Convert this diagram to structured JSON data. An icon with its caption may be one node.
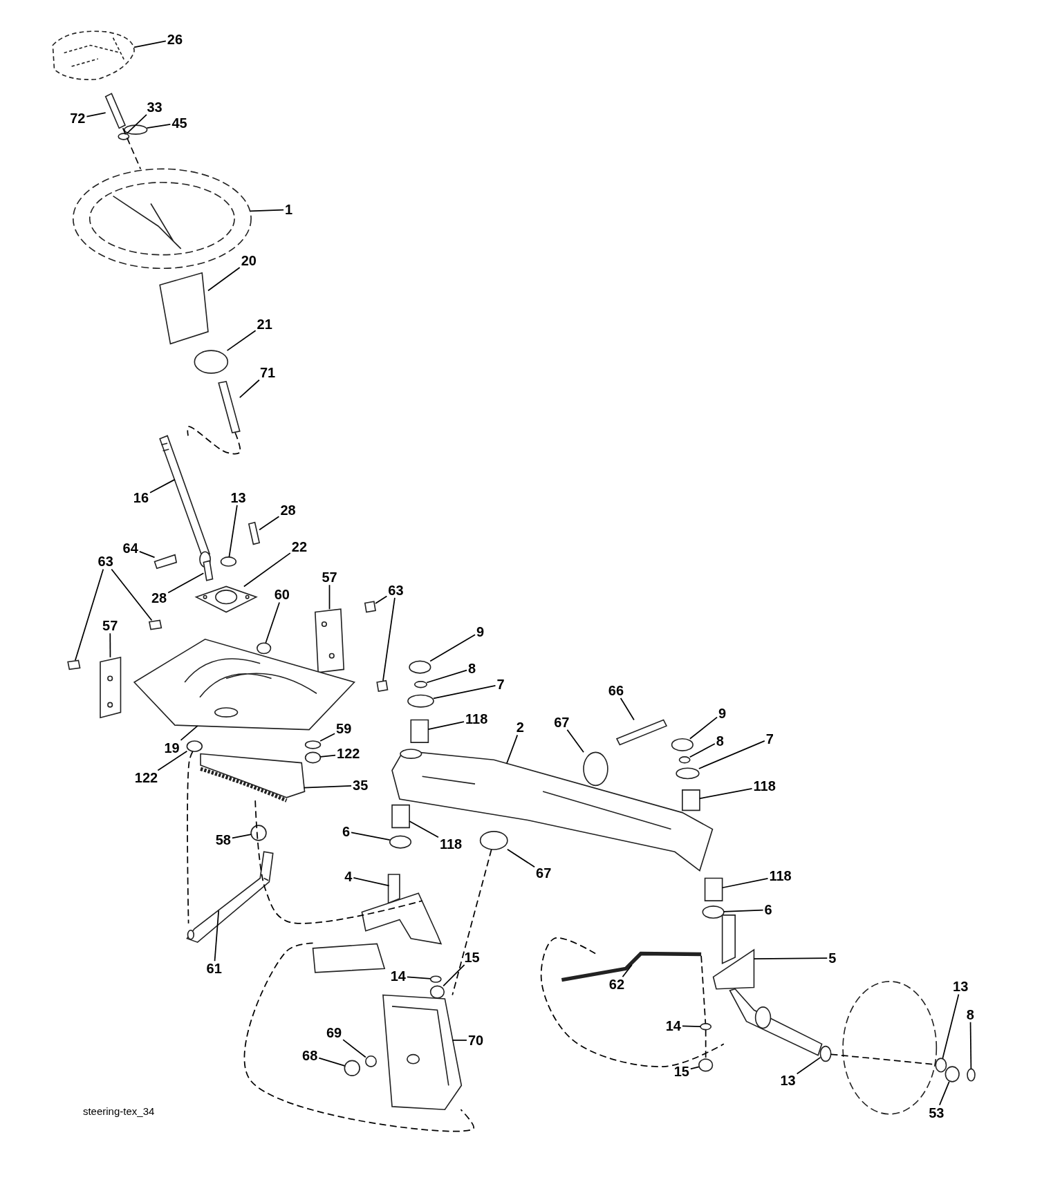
{
  "diagram": {
    "caption": "steering-tex_34",
    "nodes": [
      {
        "text": [
          "26"
        ]
      },
      {
        "text": [
          "72"
        ]
      },
      {
        "text": [
          "33"
        ]
      },
      {
        "text": [
          "45"
        ]
      },
      {
        "text": [
          "1"
        ]
      },
      {
        "text": [
          "20"
        ]
      },
      {
        "text": [
          "21"
        ]
      },
      {
        "text": [
          "71"
        ]
      },
      {
        "text": [
          "16"
        ]
      },
      {
        "text": [
          "13"
        ]
      },
      {
        "text": [
          "28"
        ]
      },
      {
        "text": [
          "64"
        ]
      },
      {
        "text": [
          "22"
        ]
      },
      {
        "text": [
          "28"
        ]
      },
      {
        "text": [
          "63"
        ]
      },
      {
        "text": [
          "57"
        ]
      },
      {
        "text": [
          "63"
        ]
      },
      {
        "text": [
          "60"
        ]
      },
      {
        "text": [
          "57"
        ]
      },
      {
        "text": [
          "9"
        ]
      },
      {
        "text": [
          "8"
        ]
      },
      {
        "text": [
          "7"
        ]
      },
      {
        "text": [
          "66"
        ]
      },
      {
        "text": [
          "118"
        ]
      },
      {
        "text": [
          "2"
        ]
      },
      {
        "text": [
          "67"
        ]
      },
      {
        "text": [
          "9"
        ]
      },
      {
        "text": [
          "8"
        ]
      },
      {
        "text": [
          "7"
        ]
      },
      {
        "text": [
          "19"
        ]
      },
      {
        "text": [
          "59"
        ]
      },
      {
        "text": [
          "122"
        ]
      },
      {
        "text": [
          "122"
        ]
      },
      {
        "text": [
          "118"
        ]
      },
      {
        "text": [
          "35"
        ]
      },
      {
        "text": [
          "58"
        ]
      },
      {
        "text": [
          "6"
        ]
      },
      {
        "text": [
          "118"
        ]
      },
      {
        "text": [
          "67"
        ]
      },
      {
        "text": [
          "118"
        ]
      },
      {
        "text": [
          "4"
        ]
      },
      {
        "text": [
          "6"
        ]
      },
      {
        "text": [
          "5"
        ]
      },
      {
        "text": [
          "15"
        ]
      },
      {
        "text": [
          "14"
        ]
      },
      {
        "text": [
          "61"
        ]
      },
      {
        "text": [
          "62"
        ]
      },
      {
        "text": [
          "13"
        ]
      },
      {
        "text": [
          "8"
        ]
      },
      {
        "text": [
          "69"
        ]
      },
      {
        "text": [
          "70"
        ]
      },
      {
        "text": [
          "14"
        ]
      },
      {
        "text": [
          "68"
        ]
      },
      {
        "text": [
          "13"
        ]
      },
      {
        "text": [
          "15"
        ]
      },
      {
        "text": [
          "53"
        ]
      },
      {
        "text": [],
        "shape": "picture"
      },
      {
        "text": [],
        "shape": "box"
      },
      {
        "text": [],
        "shape": "circle"
      },
      {
        "text": [],
        "shape": "circle"
      },
      {
        "text": [],
        "shape": "picture"
      },
      {
        "text": [],
        "shape": "box"
      },
      {
        "text": [],
        "shape": "circle"
      },
      {
        "text": [],
        "shape": "box"
      },
      {
        "text": [],
        "shape": "picture"
      },
      {
        "text": [],
        "shape": "circle"
      },
      {
        "text": [],
        "shape": "box"
      },
      {
        "text": [],
        "shape": "box"
      },
      {
        "text": [],
        "shape": "picture"
      },
      {
        "text": [],
        "shape": "box"
      },
      {
        "text": [],
        "shape": "box"
      },
      {
        "text": [],
        "shape": "box"
      },
      {
        "text": [],
        "shape": "picture"
      },
      {
        "text": [],
        "shape": "box"
      },
      {
        "text": [],
        "shape": "box"
      },
      {
        "text": [],
        "shape": "circle"
      },
      {
        "text": [],
        "shape": "picture"
      },
      {
        "text": [],
        "shape": "circle"
      },
      {
        "text": [],
        "shape": "circle"
      },
      {
        "text": [],
        "shape": "circle"
      },
      {
        "text": [],
        "shape": "box"
      },
      {
        "text": [],
        "shape": "box"
      },
      {
        "text": [],
        "shape": "picture"
      },
      {
        "text": [],
        "shape": "circle"
      },
      {
        "text": [],
        "shape": "circle"
      },
      {
        "text": [],
        "shape": "circle"
      },
      {
        "text": [],
        "shape": "circle"
      },
      {
        "text": [],
        "shape": "picture"
      },
      {
        "text": [],
        "shape": "circle"
      },
      {
        "text": [],
        "shape": "circle"
      },
      {
        "text": [],
        "shape": "circle"
      },
      {
        "text": [],
        "shape": "box"
      },
      {
        "text": [],
        "shape": "picture"
      },
      {
        "text": [],
        "shape": "circle"
      },
      {
        "text": [],
        "shape": "circle"
      },
      {
        "text": [],
        "shape": "box"
      },
      {
        "text": [],
        "shape": "circle"
      },
      {
        "text": [],
        "shape": "box"
      },
      {
        "text": [],
        "shape": "picture"
      },
      {
        "text": [],
        "shape": "circle"
      },
      {
        "text": [],
        "shape": "picture"
      },
      {
        "text": [],
        "shape": "circle"
      },
      {
        "text": [],
        "shape": "circle"
      },
      {
        "text": [],
        "shape": "picture"
      },
      {
        "text": [],
        "shape": "bar"
      },
      {
        "text": [],
        "shape": "circle"
      },
      {
        "text": [],
        "shape": "circle"
      },
      {
        "text": [],
        "shape": "circle"
      },
      {
        "text": [],
        "shape": "picture"
      },
      {
        "text": [],
        "shape": "circle"
      },
      {
        "text": [],
        "shape": "circle"
      },
      {
        "text": [],
        "shape": "circle"
      },
      {
        "text": [],
        "shape": "circle"
      },
      {
        "text": [],
        "shape": "circle"
      }
    ],
    "edges": [
      {
        "from": 0,
        "to": 56,
        "arrow": "none"
      },
      {
        "from": 1,
        "to": 57,
        "arrow": "none"
      },
      {
        "from": 2,
        "to": 58,
        "arrow": "none"
      },
      {
        "from": 3,
        "to": 59,
        "arrow": "none"
      },
      {
        "from": 4,
        "to": 60,
        "arrow": "none"
      },
      {
        "from": 5,
        "to": 61,
        "arrow": "none"
      },
      {
        "from": 6,
        "to": 62,
        "arrow": "none"
      },
      {
        "from": 7,
        "to": 63,
        "arrow": "none"
      },
      {
        "from": 8,
        "to": 64,
        "arrow": "none"
      },
      {
        "from": 9,
        "to": 65,
        "arrow": "none"
      },
      {
        "from": 10,
        "to": 66,
        "arrow": "none"
      },
      {
        "from": 11,
        "to": 67,
        "arrow": "none"
      },
      {
        "from": 12,
        "to": 68,
        "arrow": "none"
      },
      {
        "from": 13,
        "to": 69,
        "arrow": "none"
      },
      {
        "from": 14,
        "to": 70,
        "arrow": "none"
      },
      {
        "from": 14,
        "to": 71,
        "arrow": "none"
      },
      {
        "from": 15,
        "to": 72,
        "arrow": "none"
      },
      {
        "from": 16,
        "to": 73,
        "arrow": "none"
      },
      {
        "from": 16,
        "to": 74,
        "arrow": "none"
      },
      {
        "from": 17,
        "to": 75,
        "arrow": "none"
      },
      {
        "from": 18,
        "to": 76,
        "arrow": "none"
      },
      {
        "from": 19,
        "to": 77,
        "arrow": "none"
      },
      {
        "from": 20,
        "to": 78,
        "arrow": "none"
      },
      {
        "from": 21,
        "to": 79,
        "arrow": "none"
      },
      {
        "from": 22,
        "to": 80,
        "arrow": "none"
      },
      {
        "from": 23,
        "to": 81,
        "arrow": "none"
      },
      {
        "from": 24,
        "to": 82,
        "arrow": "none"
      },
      {
        "from": 25,
        "to": 83,
        "arrow": "none"
      },
      {
        "from": 26,
        "to": 84,
        "arrow": "none"
      },
      {
        "from": 27,
        "to": 85,
        "arrow": "none"
      },
      {
        "from": 28,
        "to": 86,
        "arrow": "none"
      },
      {
        "from": 29,
        "to": 87,
        "arrow": "none"
      },
      {
        "from": 30,
        "to": 88,
        "arrow": "none"
      },
      {
        "from": 31,
        "to": 89,
        "arrow": "none"
      },
      {
        "from": 32,
        "to": 90,
        "arrow": "none"
      },
      {
        "from": 33,
        "to": 91,
        "arrow": "none"
      },
      {
        "from": 34,
        "to": 92,
        "arrow": "none"
      },
      {
        "from": 35,
        "to": 93,
        "arrow": "none"
      },
      {
        "from": 36,
        "to": 94,
        "arrow": "none"
      },
      {
        "from": 37,
        "to": 95,
        "arrow": "none"
      },
      {
        "from": 38,
        "to": 96,
        "arrow": "none"
      },
      {
        "from": 39,
        "to": 97,
        "arrow": "none"
      },
      {
        "from": 40,
        "to": 98,
        "arrow": "none"
      },
      {
        "from": 41,
        "to": 99,
        "arrow": "none"
      },
      {
        "from": 42,
        "to": 100,
        "arrow": "none"
      },
      {
        "from": 43,
        "to": 101,
        "arrow": "none"
      },
      {
        "from": 44,
        "to": 102,
        "arrow": "none"
      },
      {
        "from": 45,
        "to": 103,
        "arrow": "none"
      },
      {
        "from": 46,
        "to": 104,
        "arrow": "none"
      },
      {
        "from": 47,
        "to": 105,
        "arrow": "none"
      },
      {
        "from": 48,
        "to": 106,
        "arrow": "none"
      },
      {
        "from": 49,
        "to": 107,
        "arrow": "none"
      },
      {
        "from": 50,
        "to": 108,
        "arrow": "none"
      },
      {
        "from": 51,
        "to": 109,
        "arrow": "none"
      },
      {
        "from": 52,
        "to": 110,
        "arrow": "none"
      },
      {
        "from": 53,
        "to": 111,
        "arrow": "none"
      },
      {
        "from": 54,
        "to": 112,
        "arrow": "none"
      },
      {
        "from": 55,
        "to": 113,
        "arrow": "none"
      },
      {
        "from": 57,
        "to": 60,
        "arrow": "none",
        "style": "dashed"
      },
      {
        "from": 63,
        "to": 64,
        "arrow": "none",
        "style": "dashed"
      },
      {
        "from": 90,
        "to": 103,
        "arrow": "none",
        "style": "dashed"
      },
      {
        "from": 92,
        "to": 98,
        "arrow": "none",
        "style": "dashed"
      },
      {
        "from": 96,
        "to": 108,
        "arrow": "none",
        "style": "dashed"
      },
      {
        "from": 98,
        "to": 108,
        "arrow": "none",
        "style": "dashed"
      },
      {
        "from": 104,
        "to": 100,
        "arrow": "none",
        "style": "dashed"
      },
      {
        "from": 104,
        "to": 109,
        "arrow": "none",
        "style": "dashed"
      },
      {
        "from": 109,
        "to": 112,
        "arrow": "none",
        "style": "dashed"
      },
      {
        "from": 111,
        "to": 105,
        "arrow": "none",
        "style": "dashed"
      }
    ]
  }
}
